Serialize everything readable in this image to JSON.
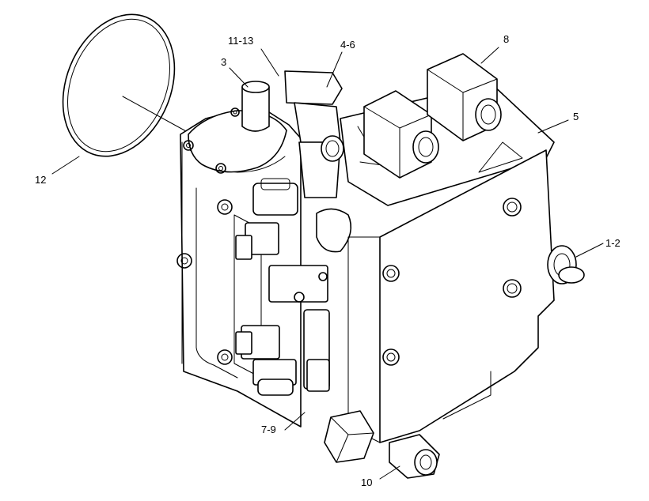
{
  "diagram": {
    "colors": {
      "line": "#000000",
      "background": "#ffffff"
    },
    "callouts": {
      "c_1_2": "1-2",
      "c_3": "3",
      "c_4_6": "4-6",
      "c_5": "5",
      "c_7_9": "7-9",
      "c_8": "8",
      "c_10": "10",
      "c_11_13": "11-13",
      "c_12": "12"
    }
  }
}
